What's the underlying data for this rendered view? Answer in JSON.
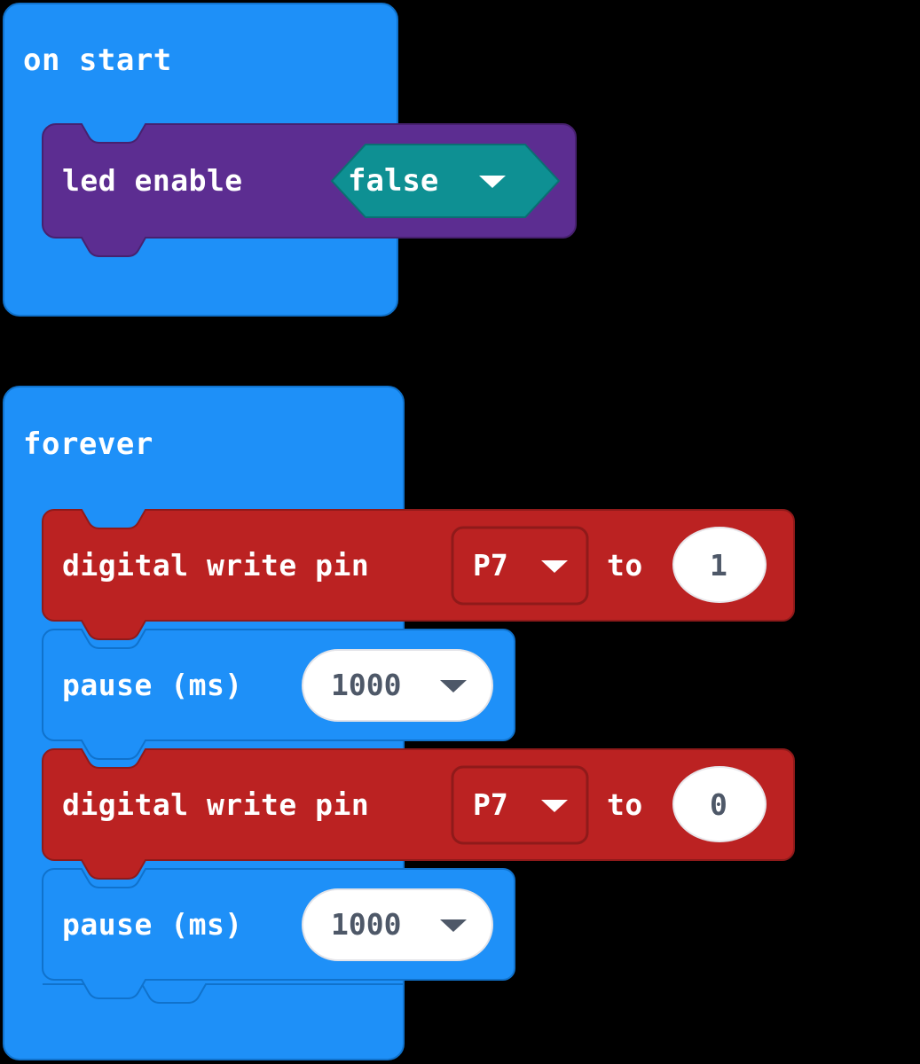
{
  "workspace": {
    "background_color": "#000000",
    "stacks": [
      {
        "name": "on-start-stack",
        "hat_label": "on start",
        "hat_color": "#1e90f8",
        "children": [
          {
            "name": "led-enable-block",
            "label": "led enable",
            "color": "#5c2d91",
            "field": {
              "kind": "boolean-dropdown",
              "value": "false",
              "color": "#0e9093",
              "arrow_icon": "chevron-down-icon"
            }
          }
        ]
      },
      {
        "name": "forever-stack",
        "hat_label": "forever",
        "hat_color": "#1e90f8",
        "children": [
          {
            "name": "digital-write-block-1",
            "label_before": "digital write pin",
            "label_between": "to",
            "color": "#bb2222",
            "pin_field": {
              "kind": "dropdown",
              "value": "P7",
              "arrow_icon": "chevron-down-icon"
            },
            "value_field": {
              "kind": "number-oval",
              "value": "1"
            }
          },
          {
            "name": "pause-block-1",
            "label": "pause (ms)",
            "color": "#1e90f8",
            "value_field": {
              "kind": "number-pill-dropdown",
              "value": "1000",
              "arrow_icon": "chevron-down-icon"
            }
          },
          {
            "name": "digital-write-block-2",
            "label_before": "digital write pin",
            "label_between": "to",
            "color": "#bb2222",
            "pin_field": {
              "kind": "dropdown",
              "value": "P7",
              "arrow_icon": "chevron-down-icon"
            },
            "value_field": {
              "kind": "number-oval",
              "value": "0"
            }
          },
          {
            "name": "pause-block-2",
            "label": "pause (ms)",
            "color": "#1e90f8",
            "value_field": {
              "kind": "number-pill-dropdown",
              "value": "1000",
              "arrow_icon": "chevron-down-icon"
            }
          }
        ]
      }
    ]
  },
  "colors": {
    "blue": "#1e90f8",
    "blue_stroke": "#1072cc",
    "purple": "#5c2d91",
    "purple_stroke": "#47216f",
    "red": "#bb2222",
    "red_stroke": "#8f1a1a",
    "teal": "#0e9093",
    "teal_stroke": "#0a6f72",
    "white": "#ffffff",
    "num_text": "#4e5868",
    "canvas": "#000000"
  }
}
